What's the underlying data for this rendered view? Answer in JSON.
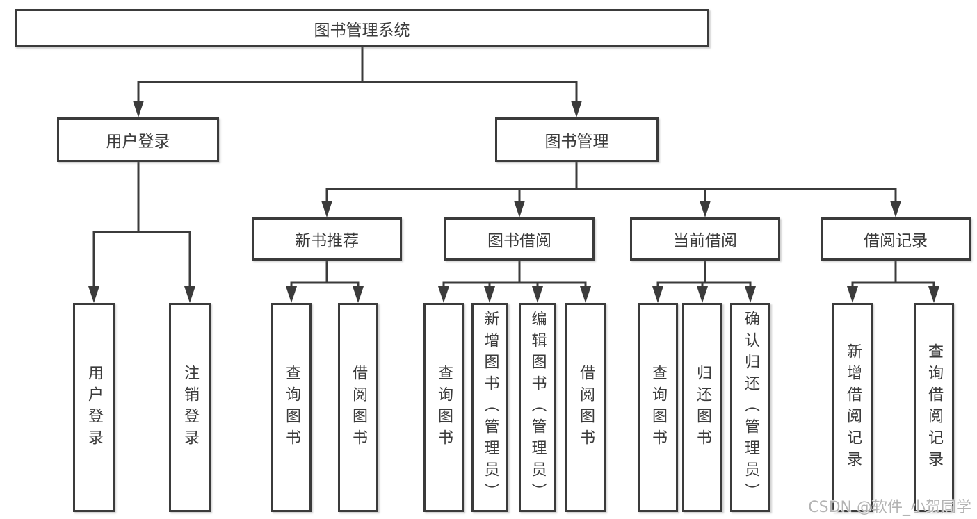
{
  "diagram": {
    "root": {
      "label": "图书管理系统"
    },
    "branches": [
      {
        "label": "用户登录",
        "children": [
          {
            "label": "用户登录"
          },
          {
            "label": "注销登录"
          }
        ]
      },
      {
        "label": "图书管理",
        "children": [
          {
            "label": "新书推荐",
            "children": [
              {
                "label": "查询图书"
              },
              {
                "label": "借阅图书"
              }
            ]
          },
          {
            "label": "图书借阅",
            "children": [
              {
                "label": "查询图书"
              },
              {
                "label": "新增图书（管理员）"
              },
              {
                "label": "编辑图书（管理员）"
              },
              {
                "label": "借阅图书"
              }
            ]
          },
          {
            "label": "当前借阅",
            "children": [
              {
                "label": "查询图书"
              },
              {
                "label": "归还图书"
              },
              {
                "label": "确认归还（管理员）"
              }
            ]
          },
          {
            "label": "借阅记录",
            "children": [
              {
                "label": "新增借阅记录"
              },
              {
                "label": "查询借阅记录"
              }
            ]
          }
        ]
      }
    ]
  },
  "watermark": {
    "text": "CSDN @软件_小贺同学"
  },
  "colors": {
    "line": "#3b3b3b",
    "text": "#3b3b3b",
    "box_background": "#ffffff",
    "watermark": "#b3b3b3",
    "background": "#ffffff"
  }
}
